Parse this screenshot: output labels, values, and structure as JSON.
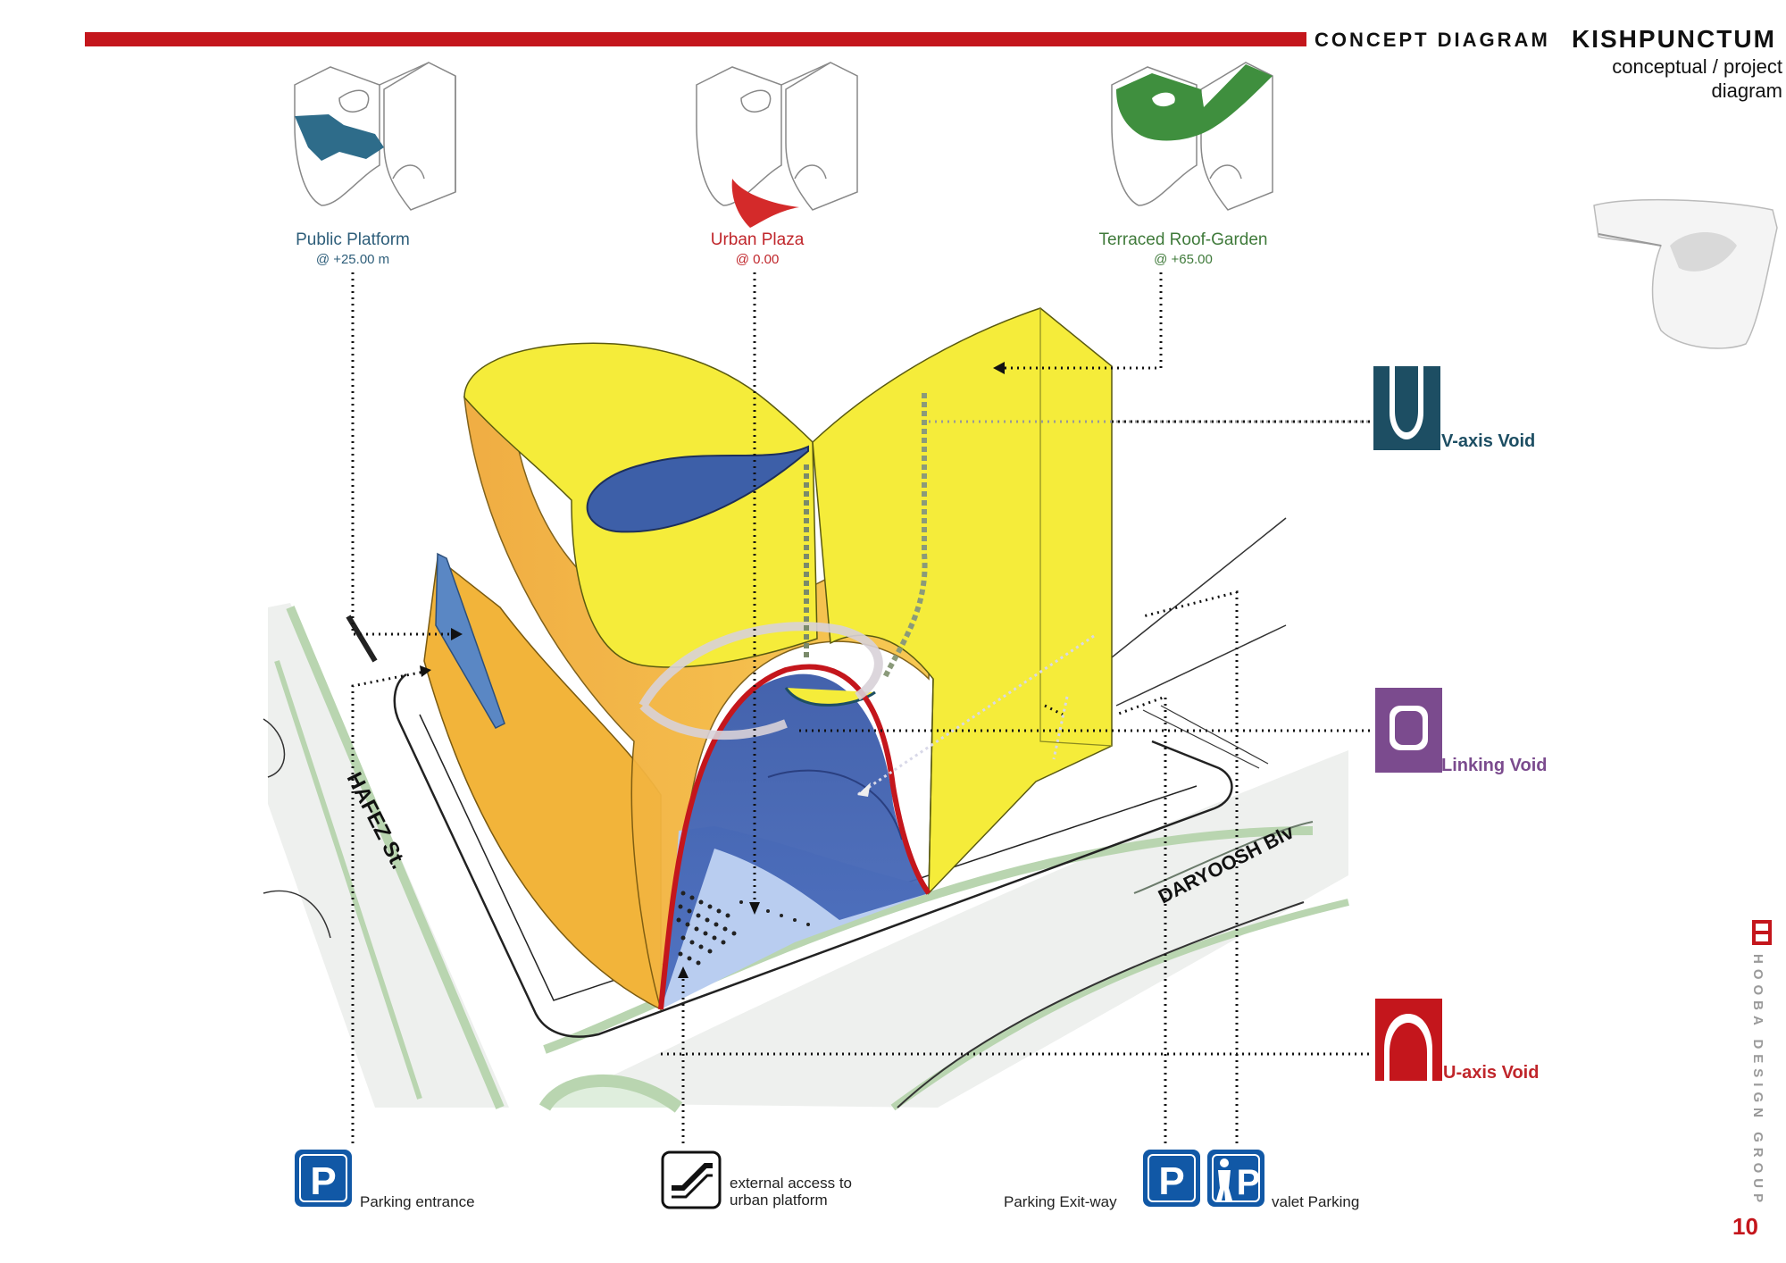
{
  "header": {
    "section_title": "CONCEPT DIAGRAM",
    "project_bold": "KISH",
    "project_rest": "PUNCTUM",
    "subtitle_line1": "conceptual / project",
    "subtitle_line2": "diagram"
  },
  "callouts": [
    {
      "label": "Public Platform",
      "elevation": "@ +25.00 m",
      "color": "#2e5e7a"
    },
    {
      "label": "Urban Plaza",
      "elevation": "@ 0.00",
      "color": "#c0262b"
    },
    {
      "label": "Terraced Roof-Garden",
      "elevation": "@ +65.00",
      "color": "#3f7a3a"
    }
  ],
  "voids": [
    {
      "label": "V-axis Void",
      "color": "#1d4e63"
    },
    {
      "label": "Linking Void",
      "color": "#7b4b8e"
    },
    {
      "label": "U-axis Void",
      "color": "#c0262b"
    }
  ],
  "streets": {
    "hafez": "HAFEZ St.",
    "daryoosh": "DARYOOSH Blv"
  },
  "legend": {
    "parking_entrance": "Parking entrance",
    "external_access_line1": "external access to",
    "external_access_line2": "urban platform",
    "parking_exit": "Parking Exit-way",
    "valet_parking": "valet Parking",
    "parking_symbol": "P"
  },
  "brand": {
    "vertical_text": "HOOBA DESIGN GROUP",
    "page_number": "10"
  },
  "colors": {
    "header_bar": "#c4161c",
    "building_yellow": "#f5ec3a",
    "building_orange": "#f2b43a",
    "void_blue": "#3d5fa8",
    "parking_blue": "#1158a6"
  }
}
